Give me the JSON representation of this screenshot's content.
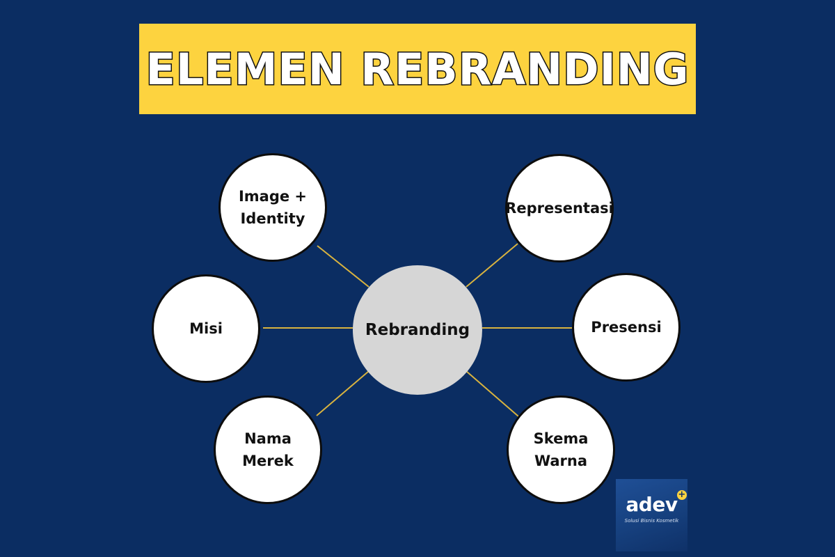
{
  "title": "ELEMEN REBRANDING",
  "hub": {
    "label": "Rebranding"
  },
  "nodes": {
    "image_identity": "Image +\nIdentity",
    "misi": "Misi",
    "nama_merek": "Nama\nMerek",
    "representasi": "Representasi",
    "presensi": "Presensi",
    "skema_warna": "Skema\nWarna"
  },
  "logo": {
    "name": "adev",
    "tagline": "Solusi Bisnis Kosmetik"
  },
  "colors": {
    "background": "#0b2d62",
    "banner": "#fdd33f",
    "connector": "#d9b33f",
    "hub": "#d6d6d6",
    "node": "#ffffff"
  }
}
